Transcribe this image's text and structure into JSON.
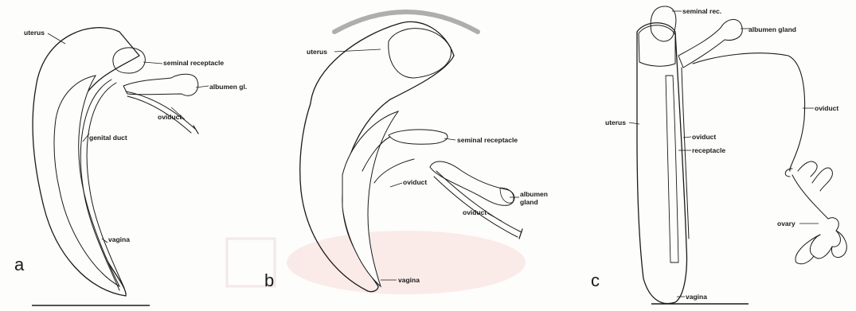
{
  "panels": {
    "a": {
      "letter": "a",
      "labels": {
        "uterus": "uterus",
        "seminal_receptacle": "seminal receptacle",
        "albumen_gl": "albumen gl.",
        "oviduct": "oviduct",
        "genital_duct": "genital duct",
        "vagina": "vagina"
      }
    },
    "b": {
      "letter": "b",
      "labels": {
        "uterus": "uterus",
        "seminal_receptacle": "seminal receptacle",
        "oviduct_inner": "oviduct",
        "albumen_gland_1": "albumen",
        "albumen_gland_2": "gland",
        "oviduct_outer": "oviduct",
        "vagina": "vagina"
      }
    },
    "c": {
      "letter": "c",
      "labels": {
        "seminal_rec": "seminal rec.",
        "albumen_gland": "albumen gland",
        "uterus": "uterus",
        "oviduct_inner": "oviduct",
        "receptacle": "receptacle",
        "oviduct_outer": "oviduct",
        "ovary": "ovary",
        "vagina": "vagina"
      }
    }
  },
  "colors": {
    "ink": "#1b1b1b",
    "paper": "#fdfdfb",
    "watermark": "#e9b8b8"
  }
}
